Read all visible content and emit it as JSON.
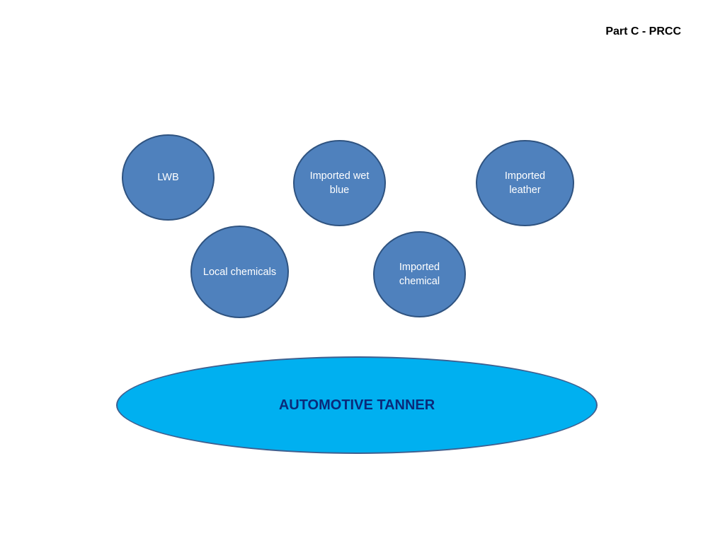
{
  "header": {
    "label": "Part C - PRCC"
  },
  "diagram": {
    "nodes": [
      {
        "id": "lwb",
        "label": "LWB"
      },
      {
        "id": "imported-wet-blue",
        "label": "Imported wet blue"
      },
      {
        "id": "imported-leather",
        "label": "Imported leather"
      },
      {
        "id": "local-chemicals",
        "label": "Local chemicals"
      },
      {
        "id": "imported-chemical",
        "label": "Imported chemical"
      }
    ],
    "center": {
      "label": "AUTOMOTIVE TANNER"
    }
  },
  "colors": {
    "node_fill": "#4f81bd",
    "node_border": "#2f5380",
    "center_fill": "#00b0f0",
    "center_text": "#0a2a7a"
  }
}
